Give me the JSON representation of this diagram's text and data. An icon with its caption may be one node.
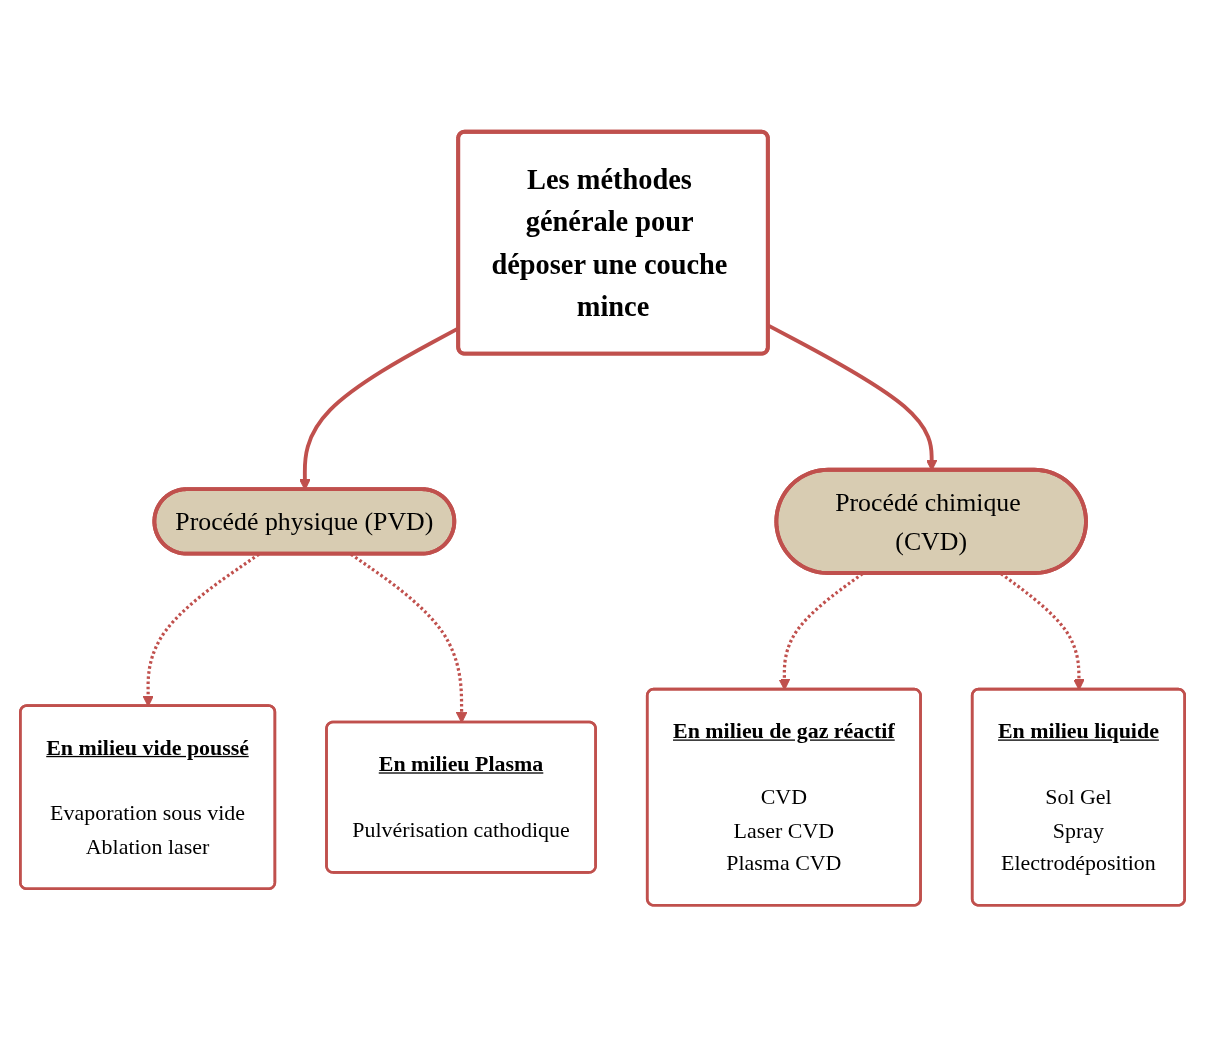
{
  "diagram": {
    "nodes": [
      {
        "text": [
          "Les méthodes générale pour déposer une couche mince"
        ]
      },
      {
        "text": [
          "Procédé physique (PVD)"
        ]
      },
      {
        "text": [
          "Procédé chimique (CVD)"
        ]
      },
      {
        "text": [
          "En milieu vide poussé",
          "Evaporation sous vide",
          "Ablation laser"
        ]
      },
      {
        "text": [
          "En milieu Plasma",
          "Pulvérisation cathodique"
        ]
      },
      {
        "text": [
          "En milieu de gaz réactif",
          "CVD",
          "Laser CVD",
          "Plasma CVD"
        ]
      },
      {
        "text": [
          "En milieu liquide",
          "Sol Gel",
          "Spray",
          "Electrodéposition"
        ]
      }
    ],
    "edges": [
      {
        "from": 0,
        "to": 1,
        "arrow": "to"
      },
      {
        "from": 0,
        "to": 2,
        "arrow": "to"
      },
      {
        "from": 1,
        "to": 3,
        "arrow": "to",
        "style": "dashed"
      },
      {
        "from": 1,
        "to": 4,
        "arrow": "to",
        "style": "dashed"
      },
      {
        "from": 2,
        "to": 5,
        "arrow": "to",
        "style": "dashed"
      },
      {
        "from": 2,
        "to": 6,
        "arrow": "to",
        "style": "dashed"
      }
    ]
  }
}
